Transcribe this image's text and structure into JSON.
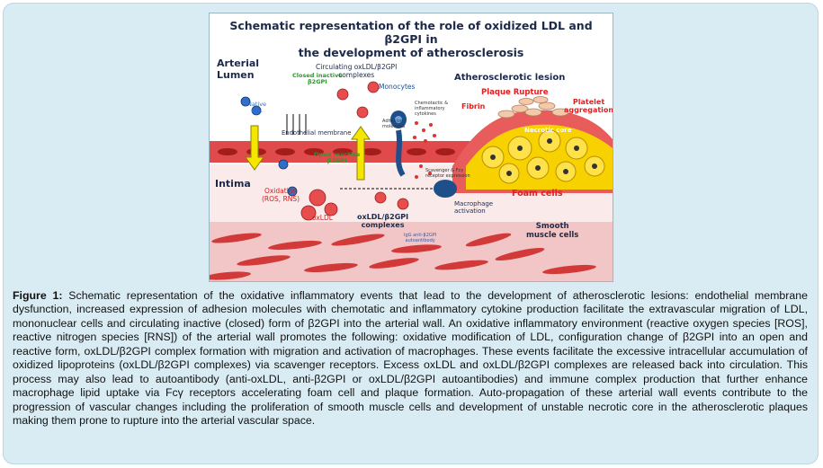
{
  "figure": {
    "title_line1": "Schematic representation of the role of oxidized LDL and β2GPI in",
    "title_line2": "the development of atherosclerosis",
    "labels": {
      "arterial_lumen": "Arterial\nLumen",
      "closed_inactive": "Closed inactive\nβ2GPI",
      "circulating": "Circulating oxLDL/β2GPI\ncomplexes",
      "native_ldl": "Native\nLDL",
      "endothelial": "Endothelial membrane",
      "monocytes": "Monocytes",
      "adhesion": "Adhesion\nmolecules",
      "chemotactic": "Chemotactic &\ninflammatory\ncytokines",
      "open_reactive": "Open reactive\nβ2GPI",
      "intima": "Intima",
      "oxidation": "Oxidation\n(ROS, RNS)",
      "oxldl": "oxLDL",
      "complexes": "oxLDL/β2GPI\ncomplexes",
      "scavenger": "Scavenger & Fcγ\nreceptor expression",
      "macrophage": "Macrophage\nactivation",
      "igg": "IgG anti-β2GPI\nautoantibody",
      "lesion": "Atherosclerotic lesion",
      "plaque_rupture": "Plaque Rupture",
      "fibrin": "Fibrin",
      "platelet": "Platelet\naggregation",
      "necrotic": "Necrotic core",
      "foam": "Foam cells",
      "smooth": "Smooth\nmuscle cells"
    }
  },
  "caption": {
    "label": "Figure 1:",
    "text": " Schematic representation of the oxidative inflammatory events that lead to the development of atherosclerotic lesions: endothelial membrane dysfunction, increased expression of adhesion molecules with chemotatic and inflammatory cytokine production facilitate the extravascular migration of LDL, mononuclear cells and circulating inactive (closed) form of β2GPI into the arterial wall. An oxidative inflammatory environment (reactive oxygen species [ROS], reactive nitrogen species [RNS]) of the arterial wall promotes the following: oxidative modification of LDL, configuration change of β2GPI into an open and reactive form, oxLDL/β2GPI complex formation with migration and activation of macrophages. These events facilitate the excessive intracellular accumulation of oxidized lipoproteins (oxLDL/β2GPI complexes) via scavenger receptors. Excess oxLDL and oxLDL/β2GPI complexes are released back into circulation. This process may also lead to autoantibody (anti-oxLDL, anti-β2GPI or oxLDL/β2GPI autoantibodies) and immune complex production that further enhance macrophage lipid uptake via Fcγ receptors accelerating foam cell and plaque formation. Auto-propagation of these arterial wall events contribute to the progression of vascular changes including the proliferation of smooth muscle cells and development of unstable necrotic core in the atherosclerotic plaques making them prone to rupture into the arterial vascular space."
  }
}
